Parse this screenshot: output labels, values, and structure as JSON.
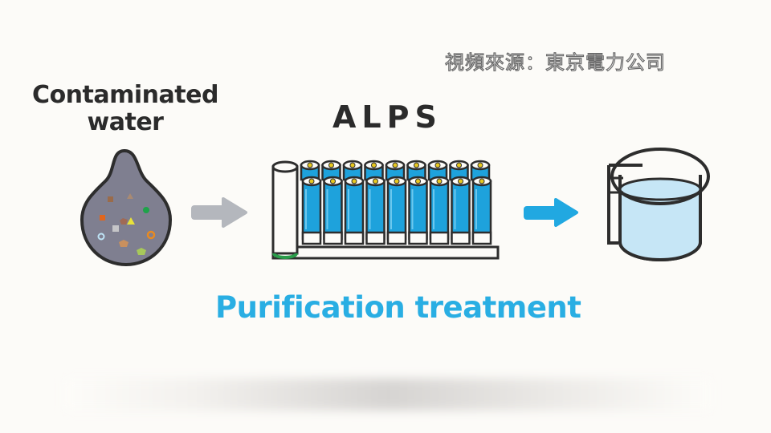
{
  "source_credit": "視頻來源：東京電力公司",
  "labels": {
    "contaminated_water": "Contaminated water",
    "alps": "ALPS",
    "purification": "Purification treatment"
  },
  "colors": {
    "water_gray": "#7f7f90",
    "tank_blue": "#1ea2dc",
    "purified_water": "#c6e6f6",
    "arrow_gray": "#b4b7bd",
    "arrow_blue": "#21a8e1",
    "text_blue": "#29aee3",
    "outline": "#2d2d2d"
  },
  "icons": [
    "water-drop-icon",
    "gray-arrow-icon",
    "alps-filter-icon",
    "blue-arrow-icon",
    "storage-tank-icon"
  ]
}
